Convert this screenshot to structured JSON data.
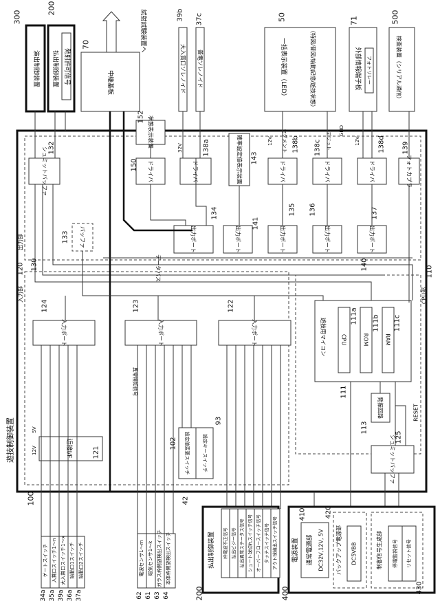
{
  "title": "遊技制御装置",
  "external_top": {
    "b300": {
      "ref": "300",
      "label": "演出制御装置"
    },
    "b200": {
      "ref": "200",
      "label": "払出制御装置",
      "inner": "発射許可信号"
    },
    "b70": {
      "ref": "70",
      "label": "中継基板",
      "arrow_label": "試射試験装置へ"
    },
    "b39b": {
      "ref": "39b",
      "label": "大入賞口ソレノイド"
    },
    "b37c": {
      "ref": "37c",
      "label": "普電ソレノイド"
    },
    "b50": {
      "ref": "50",
      "label": "一括表示装置（LED）",
      "sub": "（特図/普図/始動記憶/遊技状態）"
    },
    "b71": {
      "ref": "71",
      "label": "外部情報端子板",
      "inner": "フォトリレー"
    },
    "b500": {
      "ref": "500",
      "label": "検査装置（シリアル通信）"
    }
  },
  "main": {
    "ref": "100",
    "output_section": {
      "ref": "130",
      "label": "出力部"
    },
    "input_section": {
      "ref": "120",
      "label": "入力部"
    },
    "cpu_section": {
      "ref": "110",
      "label": "CPU部"
    },
    "data_bus": {
      "ref": "140",
      "label": "データバス"
    },
    "blocks": {
      "b132": {
        "ref": "132",
        "label": "シュミットバッファ"
      },
      "b133": {
        "ref": "133",
        "label": "バッファ"
      },
      "b150": {
        "ref": "150",
        "label": "ドライバ"
      },
      "b152": {
        "ref": "152",
        "label": "状態表示装置"
      },
      "b138a": {
        "ref": "138a",
        "label": "ドライバ",
        "voltage": "32V"
      },
      "b143": {
        "ref": "143",
        "label": "確率設定値表示装置"
      },
      "b138b": {
        "ref": "138b",
        "label": "ドライバ",
        "voltage": "12V",
        "signal": "セグメント"
      },
      "b138c": {
        "ref": "138c",
        "label": "ドライバ",
        "signal": "デジット",
        "gnd": "GND"
      },
      "b138d": {
        "ref": "138d",
        "label": "ドライバ",
        "voltage": "12V"
      },
      "b139": {
        "ref": "139",
        "label": "フォトカプラ"
      },
      "b134": {
        "ref": "134",
        "label": "出力ポート"
      },
      "b141": {
        "ref": "141",
        "label": "出力ポート"
      },
      "b135": {
        "ref": "135",
        "label": "出力ポート"
      },
      "b136": {
        "ref": "136",
        "label": "出力ポート"
      },
      "b137": {
        "ref": "137",
        "label": "出力ポート"
      },
      "b124": {
        "ref": "124",
        "label": "入力ポート"
      },
      "b123": {
        "ref": "123",
        "label": "入力ポート",
        "signal": "異常検知信号"
      },
      "b122": {
        "ref": "122",
        "label": "入力ポート"
      },
      "b111": {
        "ref": "111",
        "label": "遊技用マイコン"
      },
      "b111a": {
        "ref": "111a",
        "label": "CPU"
      },
      "b111b": {
        "ref": "111b",
        "label": "ROM"
      },
      "b111c": {
        "ref": "111c",
        "label": "RAM"
      },
      "b113": {
        "ref": "113",
        "label": "発振回路"
      },
      "b125": {
        "ref": "125",
        "label": "シュミットバッファ",
        "signal": "RESET"
      },
      "b121": {
        "ref": "121",
        "label": "近接I/F",
        "v1": "12V",
        "v2": "5V"
      },
      "b102": {
        "ref": "102",
        "label": "設定値変更スイッチ"
      },
      "b93": {
        "ref": "93",
        "label": "設定キースイッチ"
      },
      "ref42": "42"
    }
  },
  "switches_a": [
    {
      "ref": "34a",
      "label": "ゲートスイッチ"
    },
    {
      "ref": "35a",
      "label": "入賞口スイッチ1～n"
    },
    {
      "ref": "39a",
      "label": "大入賞口スイッチ1～x"
    },
    {
      "ref": "36a",
      "label": "始動口1スイッチ"
    },
    {
      "ref": "37a",
      "label": "始動口2スイッチ"
    }
  ],
  "switches_b": [
    {
      "ref": "62",
      "label": "電波センサ1～m"
    },
    {
      "ref": "61",
      "label": "磁気センサ1～k"
    },
    {
      "ref": "63",
      "label": "ガラス枠開放検出スイッチ"
    },
    {
      "ref": "64",
      "label": "本体枠開放検出スイッチ"
    }
  ],
  "payout_device": {
    "ref": "200",
    "label": "払出制御装置",
    "signals": [
      "枠電波不正信号",
      "払出ビジー信号",
      "払出異常ステータス信号",
      "シュート球切れスイッチ信号",
      "オーバーフロースイッチ信号",
      "タッチスイッチ信号",
      "アウト球検出スイッチ信号"
    ]
  },
  "power_device": {
    "ref": "400",
    "label": "電源装置",
    "normal": {
      "ref": "410",
      "label": "通常電源部",
      "value": "DC32V,12V, 5V"
    },
    "backup": {
      "ref": "420",
      "label": "バックアップ電源部",
      "value": "DC5VBB"
    },
    "control": {
      "ref": "430",
      "label": "制御信号生成部",
      "signals": [
        "停電監視信号",
        "リセット信号"
      ]
    }
  }
}
